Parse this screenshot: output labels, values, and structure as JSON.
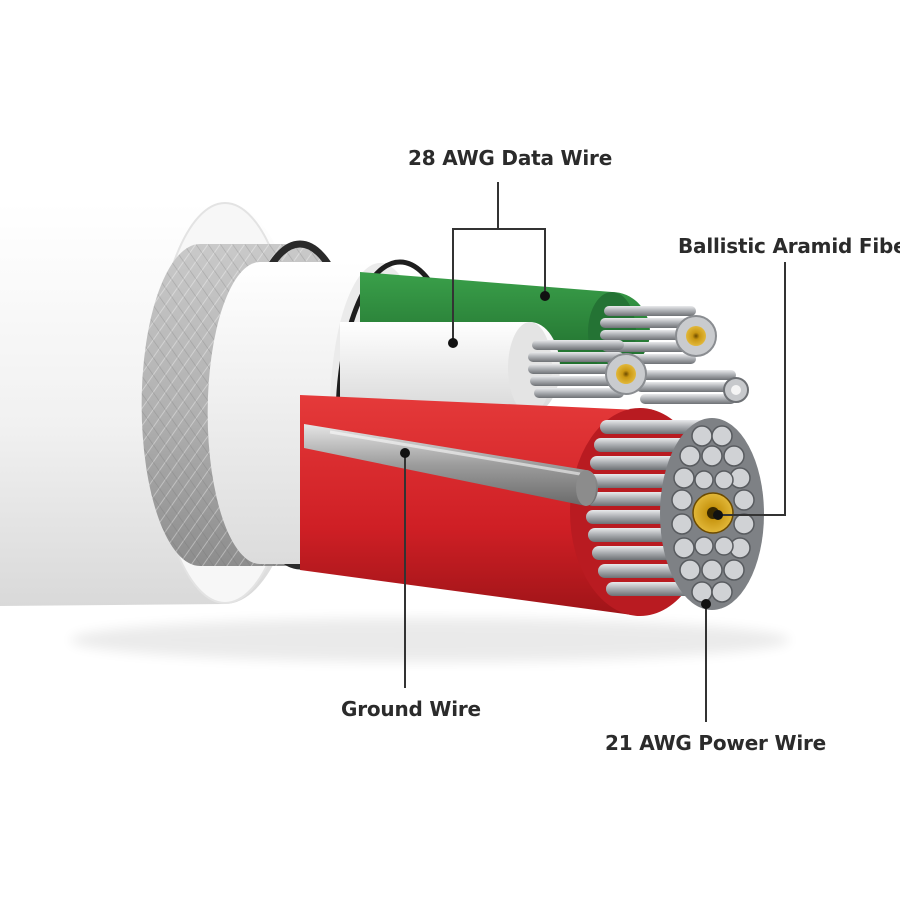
{
  "colors": {
    "text": "#2b2b2b",
    "leader": "#333333",
    "jacket": "#f2f2f2",
    "braid": "#a9a9a9",
    "green_insulation": "#2e8b3e",
    "white_insulation": "#f4f4f4",
    "red_insulation": "#d3232a",
    "copper_strand": "#b9bcc0",
    "fiber_core": "#d4a017"
  },
  "labels": {
    "data_wire": "28 AWG Data Wire",
    "aramid_fiber": "Ballistic Aramid Fiber",
    "ground_wire": "Ground Wire",
    "power_wire": "21 AWG Power Wire"
  }
}
